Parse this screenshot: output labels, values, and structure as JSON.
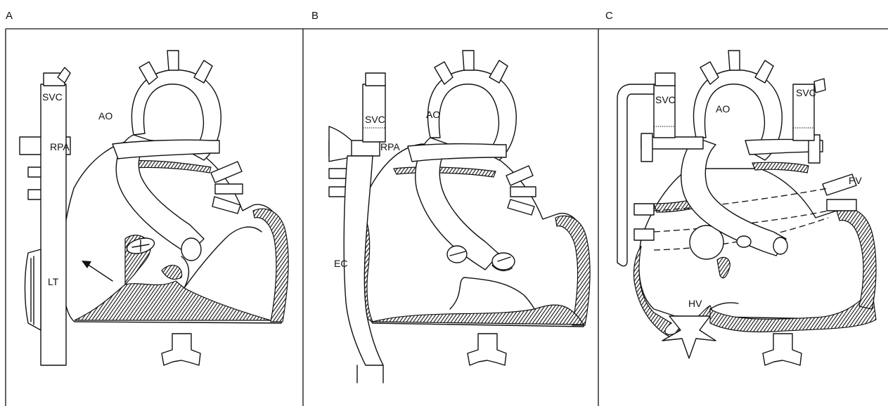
{
  "panels": [
    {
      "letter": "A",
      "labels": {
        "svc": "SVC",
        "ao": "AO",
        "rpa": "RPA",
        "lt": "LT"
      }
    },
    {
      "letter": "B",
      "labels": {
        "svc": "SVC",
        "ao": "AO",
        "rpa": "RPA",
        "ec": "EC"
      }
    },
    {
      "letter": "C",
      "labels": {
        "svc_right": "SVC",
        "ao": "AO",
        "svc_left": "SVC",
        "pv": "PV",
        "hv": "HV"
      }
    }
  ]
}
